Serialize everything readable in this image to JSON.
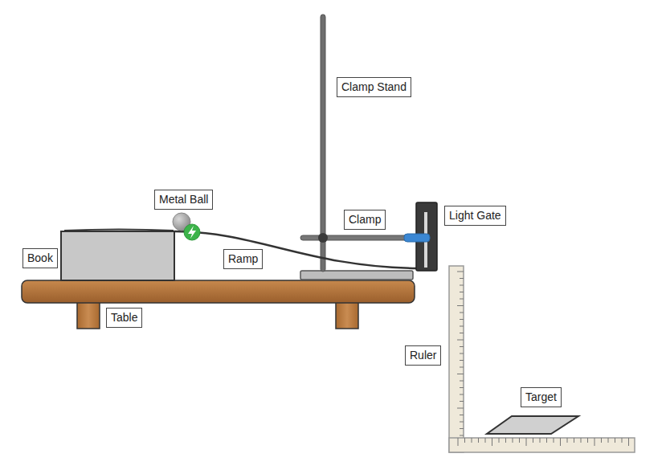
{
  "diagram": {
    "nodes": [
      {
        "text": [
          "Clamp Stand"
        ]
      },
      {
        "text": [
          "Metal Ball"
        ]
      },
      {
        "text": [
          "Clamp"
        ]
      },
      {
        "text": [
          "Light Gate"
        ]
      },
      {
        "text": [
          "Book"
        ]
      },
      {
        "text": [
          "Ramp"
        ]
      },
      {
        "text": [
          "Table"
        ]
      },
      {
        "text": [
          "Ruler"
        ]
      },
      {
        "text": [
          "Target"
        ]
      }
    ]
  }
}
